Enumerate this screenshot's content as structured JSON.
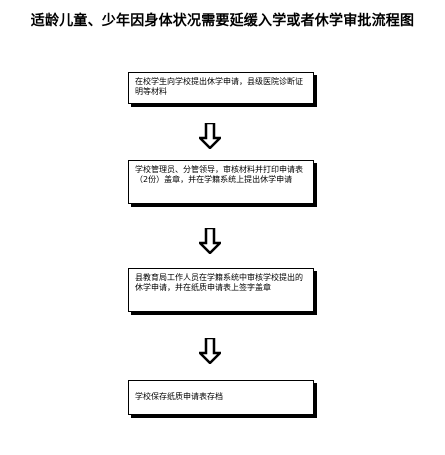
{
  "title": "适龄儿童、少年因身体状况需要延缓入学或者休学审批流程图",
  "steps": [
    {
      "text": "在校学生向学校提出休学申请，县级医院诊断证明等材料"
    },
    {
      "text": "学校管理员、分管领导，审核材料并打印申请表（2份）盖章，并在学籍系统上提出休学申请"
    },
    {
      "text": "县教育局工作人员在学籍系统中审核学校提出的休学申请，并在纸质申请表上签字盖章"
    },
    {
      "text": "学校保存纸质申请表存档"
    }
  ],
  "icons": {
    "arrow": "down-arrow-icon"
  },
  "colors": {
    "stroke": "#000000",
    "background": "#ffffff"
  }
}
